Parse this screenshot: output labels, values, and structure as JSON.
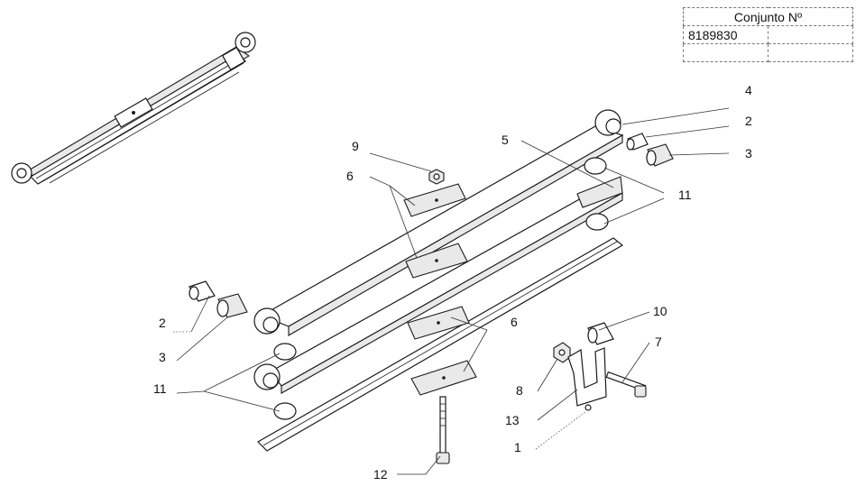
{
  "reference_table": {
    "header": "Conjunto Nº",
    "rows": [
      [
        "8189830",
        ""
      ],
      [
        "",
        ""
      ]
    ]
  },
  "callouts": [
    {
      "id": "c4",
      "label": "4"
    },
    {
      "id": "c2r",
      "label": "2"
    },
    {
      "id": "c3r",
      "label": "3"
    },
    {
      "id": "c5",
      "label": "5"
    },
    {
      "id": "c9",
      "label": "9"
    },
    {
      "id": "c6t",
      "label": "6"
    },
    {
      "id": "c11r",
      "label": "11"
    },
    {
      "id": "c2l",
      "label": "2"
    },
    {
      "id": "c3l",
      "label": "3"
    },
    {
      "id": "c11l",
      "label": "11"
    },
    {
      "id": "c6b",
      "label": "6"
    },
    {
      "id": "c10",
      "label": "10"
    },
    {
      "id": "c7",
      "label": "7"
    },
    {
      "id": "c8",
      "label": "8"
    },
    {
      "id": "c13",
      "label": "13"
    },
    {
      "id": "c1",
      "label": "1"
    },
    {
      "id": "c12",
      "label": "12"
    }
  ],
  "colors": {
    "line": "#1a1a1a",
    "fill": "#ffffff",
    "shade": "#e9e9e9"
  }
}
